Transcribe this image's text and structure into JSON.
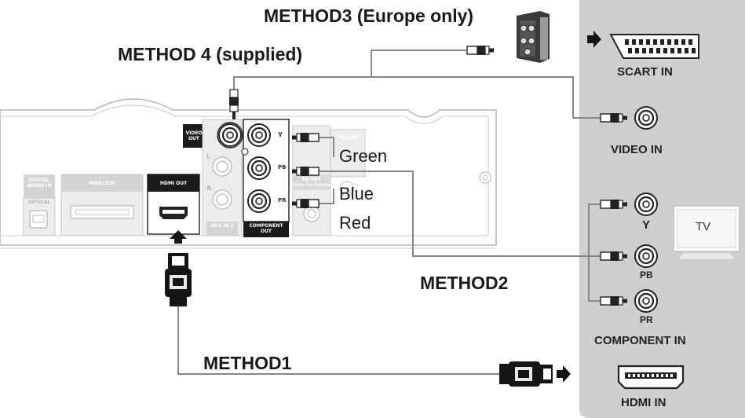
{
  "methods": {
    "method1": "METHOD1",
    "method2": "METHOD2",
    "method3": "METHOD3 (Europe only)",
    "method4": "METHOD 4 (supplied)"
  },
  "cable_colors": {
    "green": "Green",
    "blue": "Blue",
    "red": "Red"
  },
  "tv_inputs": {
    "scart": "SCART IN",
    "video": "VIDEO IN",
    "y": "Y",
    "pb": "PB",
    "pr": "PR",
    "component": "COMPONENT IN",
    "hdmi": "HDMI IN",
    "tv": "TV"
  },
  "player_panel": {
    "video_out": "VIDEO OUT",
    "digital_audio_in": "DIGITAL AUDIO IN",
    "optical": "OPTICAL",
    "wireless": "WIRELESS",
    "hdmi_out": "HDMI OUT",
    "aux_in": "AUX IN 2",
    "component_out": "COMPONENT OUT",
    "fm_ant": "FM ANT",
    "fa_net": "FA NET",
    "service": "(Only For Service)",
    "ch_y": "Y",
    "ch_pb": "PB",
    "ch_pr": "PR",
    "aux_l": "L",
    "aux_r": "R"
  },
  "colors": {
    "panel_gray": "#cfcfcf",
    "cable_gray": "#888888",
    "hdmi_black": "#151515",
    "text": "#1a1a1a"
  }
}
